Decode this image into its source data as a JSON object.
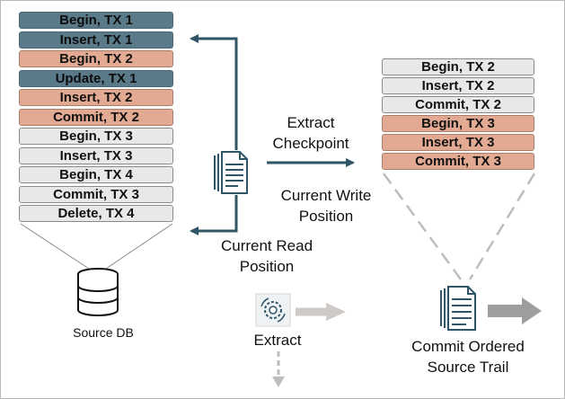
{
  "log_stack": [
    {
      "label": "Begin, TX 1",
      "color": "blue"
    },
    {
      "label": "Insert, TX 1",
      "color": "blue"
    },
    {
      "label": "Begin, TX 2",
      "color": "pink"
    },
    {
      "label": "Update, TX 1",
      "color": "blue"
    },
    {
      "label": "Insert, TX 2",
      "color": "pink"
    },
    {
      "label": "Commit, TX 2",
      "color": "pink"
    },
    {
      "label": "Begin, TX 3",
      "color": "grey"
    },
    {
      "label": "Insert, TX 3",
      "color": "grey"
    },
    {
      "label": "Begin, TX 4",
      "color": "grey"
    },
    {
      "label": "Commit, TX 3",
      "color": "grey"
    },
    {
      "label": "Delete, TX 4",
      "color": "grey"
    }
  ],
  "trail_stack": [
    {
      "label": "Begin, TX 2",
      "color": "grey"
    },
    {
      "label": "Insert, TX 2",
      "color": "grey"
    },
    {
      "label": "Commit, TX 2",
      "color": "grey"
    },
    {
      "label": "Begin, TX 3",
      "color": "pink"
    },
    {
      "label": "Insert, TX 3",
      "color": "pink"
    },
    {
      "label": "Commit, TX 3",
      "color": "pink"
    }
  ],
  "labels": {
    "extract_checkpoint_1": "Extract",
    "extract_checkpoint_2": "Checkpoint",
    "current_write_1": "Current Write",
    "current_write_2": "Position",
    "current_read_1": "Current Read",
    "current_read_2": "Position",
    "source_db": "Source DB",
    "extract": "Extract",
    "trail_1": "Commit Ordered",
    "trail_2": "Source Trail"
  },
  "colors": {
    "blue": "#5a7a8a",
    "pink": "#e3aa93",
    "grey": "#e8e8e8",
    "arrow": "#2f5566",
    "muted_arrow": "#cfcac7",
    "dashed": "#bdbdbd"
  },
  "icons": [
    "database-icon",
    "checkpoint-file-icon",
    "extract-gear-icon",
    "trail-file-icon"
  ]
}
